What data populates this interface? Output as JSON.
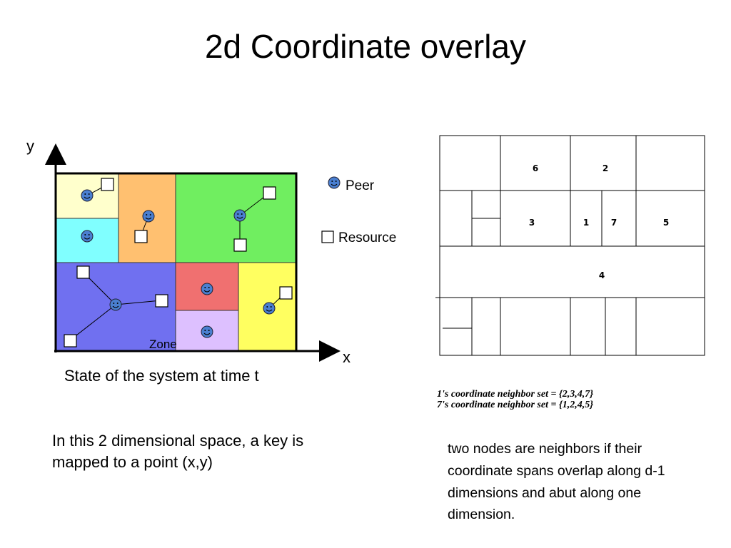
{
  "slide": {
    "title": "2d Coordinate overlay"
  },
  "overlay_diagram": {
    "axis_x_label": "x",
    "axis_y_label": "y",
    "zone_label": "Zone",
    "caption": "State of the system at time t",
    "colors": {
      "zone_top_left_1": "#ffffcc",
      "zone_top_left_2": "#80ffff",
      "zone_top_middle": "#ffc070",
      "zone_top_right": "#70ee60",
      "zone_bottom_left": "#7070f0",
      "zone_bottom_mid_1": "#f07070",
      "zone_bottom_mid_2": "#ddc0ff",
      "zone_bottom_right": "#ffff60",
      "peer": "#4a7fd0"
    }
  },
  "legend": {
    "peer_label": "Peer",
    "resource_label": "Resource",
    "peer_icon": "smiley-face-icon",
    "resource_icon": "square-icon"
  },
  "description": "In this 2 dimensional space, a key is mapped to a point (x,y)",
  "neighbor_grid": {
    "cells": [
      "6",
      "2",
      "3",
      "1",
      "7",
      "5",
      "4"
    ]
  },
  "neighbor_sets": {
    "line1": "1's coordinate neighbor set = {2,3,4,7}",
    "line2": "7's coordinate neighbor set = {1,2,4,5}"
  },
  "neighbor_rule": "two nodes are neighbors if their coordinate spans overlap along d-1 dimensions and abut along one dimension."
}
